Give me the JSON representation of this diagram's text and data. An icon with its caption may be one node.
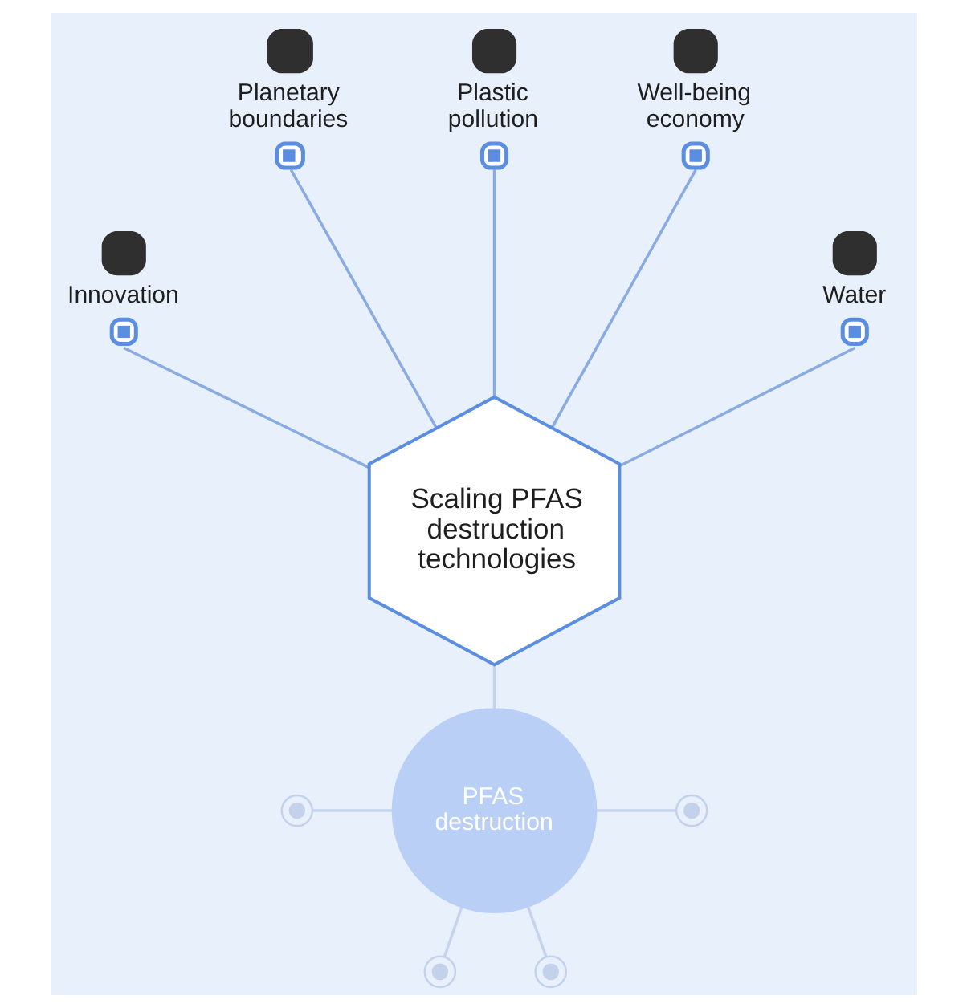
{
  "diagram": {
    "nodes": [
      {
        "text": [
          "Innovation"
        ]
      },
      {
        "text": [
          "Planetary boundaries"
        ]
      },
      {
        "text": [
          "Plastic pollution"
        ]
      },
      {
        "text": [
          "Well-being economy"
        ]
      },
      {
        "text": [
          "Water"
        ]
      },
      {
        "text": [
          "Scaling PFAS destruction technologies"
        ]
      },
      {
        "text": [
          "PFAS destruction"
        ]
      },
      {
        "text": [],
        "shape": "circle"
      },
      {
        "text": [],
        "shape": "circle"
      },
      {
        "text": [],
        "shape": "circle"
      },
      {
        "text": [],
        "shape": "circle"
      }
    ],
    "edges": [
      {
        "from": 0,
        "to": 5,
        "arrow": "none"
      },
      {
        "from": 1,
        "to": 5,
        "arrow": "none"
      },
      {
        "from": 2,
        "to": 5,
        "arrow": "none"
      },
      {
        "from": 3,
        "to": 5,
        "arrow": "none"
      },
      {
        "from": 4,
        "to": 5,
        "arrow": "none"
      },
      {
        "from": 5,
        "to": 6,
        "arrow": "none",
        "color": "#c5d3ec"
      },
      {
        "from": 7,
        "to": 6,
        "arrow": "none",
        "color": "#c5d3ec"
      },
      {
        "from": 6,
        "to": 8,
        "arrow": "none",
        "color": "#c5d3ec"
      },
      {
        "from": 6,
        "to": 9,
        "arrow": "none",
        "color": "#c5d3ec"
      },
      {
        "from": 6,
        "to": 10,
        "arrow": "none",
        "color": "#c5d3ec"
      }
    ]
  }
}
